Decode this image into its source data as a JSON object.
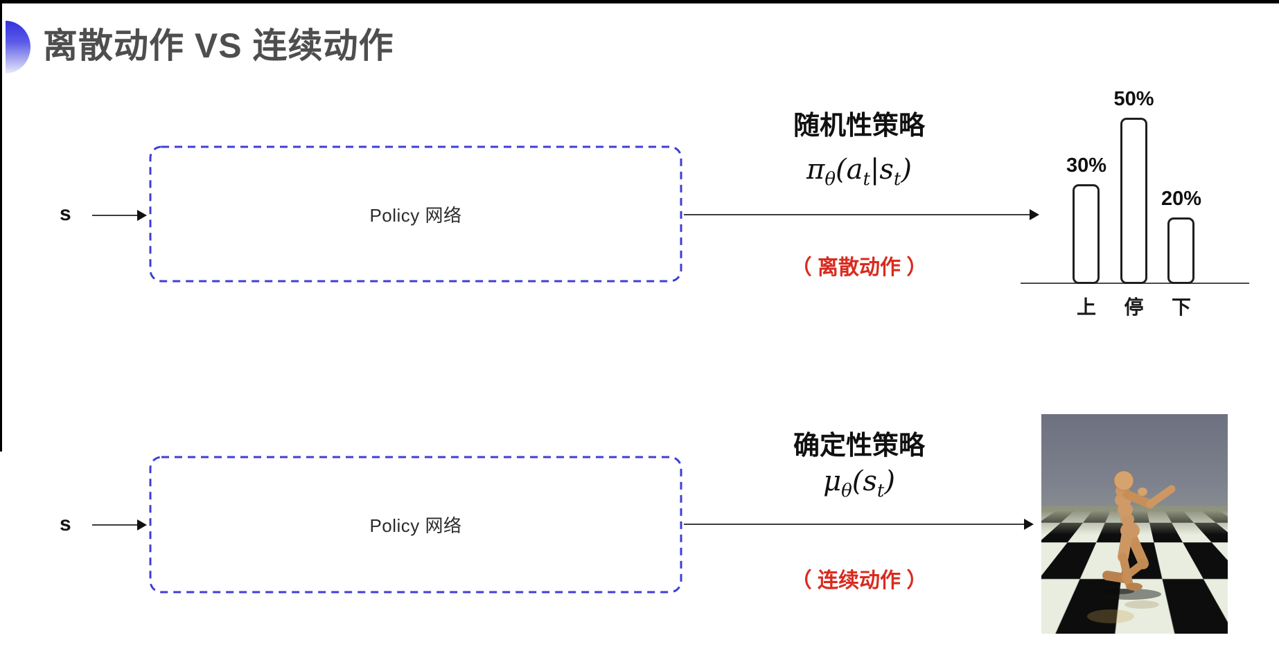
{
  "slide": {
    "title": "离散动作 VS 连续动作"
  },
  "colors": {
    "box_border_blue": "#3e3ed6",
    "action_text_red": "#d92b1f",
    "title_gray": "#4e4e4e",
    "line_dark": "#3c3c3c"
  },
  "top_flow": {
    "input_label": "s",
    "box_label": "Policy 网络",
    "policy_title": "随机性策略",
    "formula": {
      "symbol": "π",
      "symbol_sub": "θ",
      "open": "(",
      "arg1": "a",
      "arg1_sub": "t",
      "separator": "|",
      "arg2": "s",
      "arg2_sub": "t",
      "close": ")"
    },
    "action_note": "（ 离散动作 ）"
  },
  "bottom_flow": {
    "input_label": "s",
    "box_label": "Policy 网络",
    "policy_title": "确定性策略",
    "formula": {
      "symbol": "μ",
      "symbol_sub": "θ",
      "open": "(",
      "arg1": "s",
      "arg1_sub": "t",
      "close": ")"
    },
    "action_note": "（ 连续动作 ）"
  },
  "chart_data": {
    "type": "bar",
    "categories": [
      "上",
      "停",
      "下"
    ],
    "values": [
      30,
      50,
      20
    ],
    "value_labels": [
      "30%",
      "50%",
      "20%"
    ],
    "title": "",
    "xlabel": "",
    "ylabel": "",
    "ylim": [
      0,
      60
    ],
    "grid": false,
    "legend": false
  }
}
